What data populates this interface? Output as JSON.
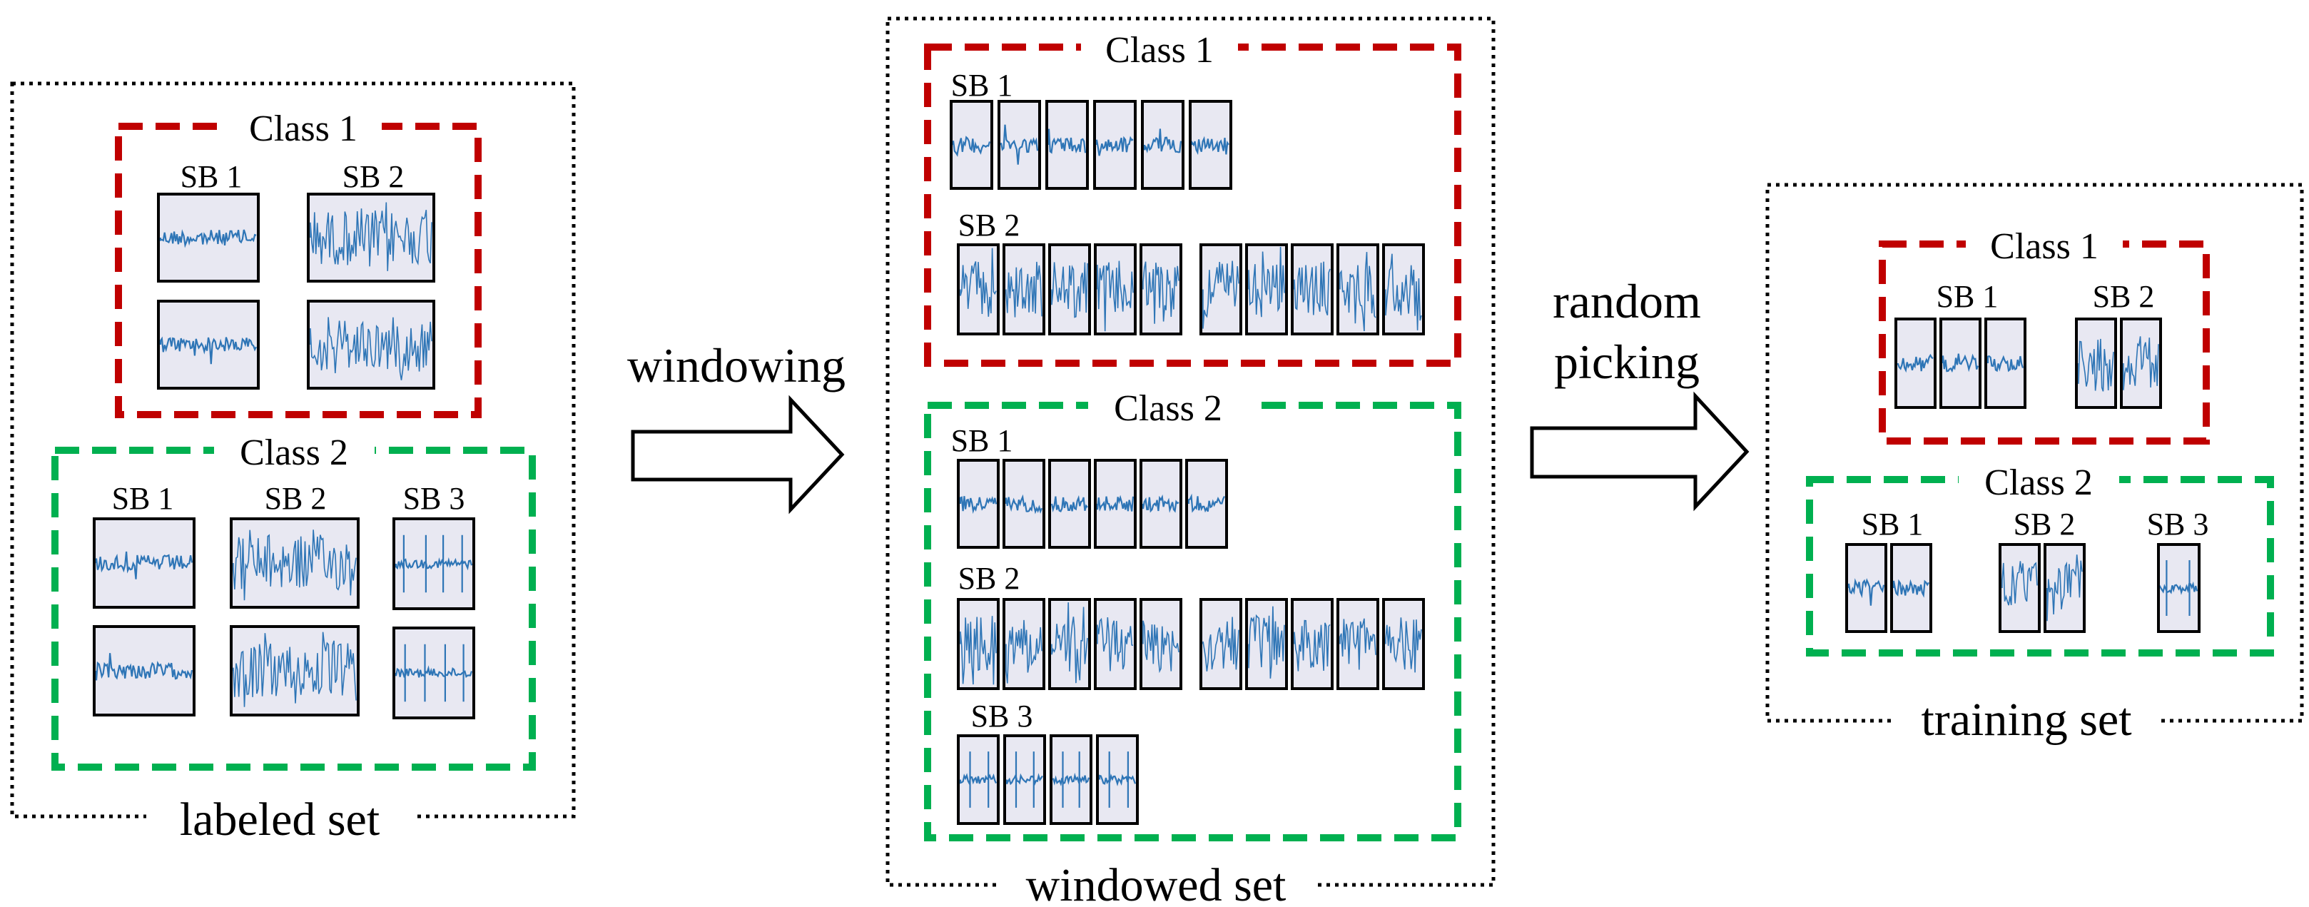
{
  "labels": {
    "class_1": "Class 1",
    "class_2": "Class 2",
    "sb_1": "SB 1",
    "sb_2": "SB 2",
    "sb_3": "SB 3",
    "labeled_set": "labeled set",
    "windowed_set": "windowed set",
    "training_set": "training set",
    "windowing": "windowing",
    "random": "random",
    "picking": "picking"
  },
  "colors": {
    "class_1_border": "#c00000",
    "class_2_border": "#00b050",
    "set_border": "#000000",
    "signal": "#2e75b6",
    "panel_fill": "#e8e8f2"
  }
}
